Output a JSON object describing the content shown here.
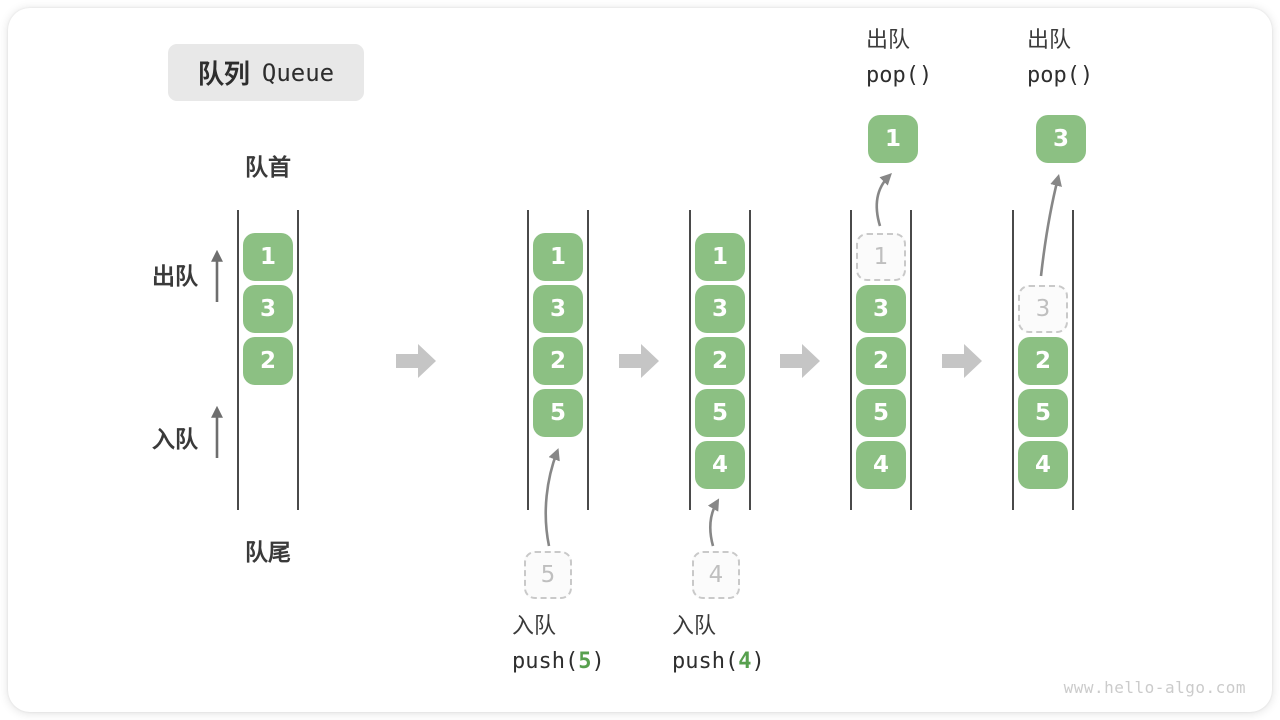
{
  "title": {
    "zh": "队列",
    "en": "Queue"
  },
  "side_labels": {
    "front": "队首",
    "rear": "队尾",
    "dequeue": "出队",
    "enqueue": "入队"
  },
  "watermark": "www.hello-algo.com",
  "colors": {
    "cell_green": "#8cc083",
    "cell_text": "#ffffff",
    "rail_gray": "#4a4a4a",
    "label_dark": "#3a3a3a",
    "dashed_border": "#c9c9c9",
    "dashed_text": "#bfbfbf",
    "block_arrow_gray": "#c5c5c5",
    "curve_arrow_gray": "#878787",
    "badge_bg": "#e8e8e8",
    "arg_green": "#57a04e",
    "watermark_gray": "#cbcbcb"
  },
  "queues": [
    {
      "id": "state-1",
      "cells": [
        {
          "value": "1"
        },
        {
          "value": "3"
        },
        {
          "value": "2"
        }
      ]
    },
    {
      "id": "state-2",
      "cells": [
        {
          "value": "1"
        },
        {
          "value": "3"
        },
        {
          "value": "2"
        },
        {
          "value": "5"
        }
      ],
      "pending": "5",
      "op": {
        "action": "入队",
        "call_pre": "push(",
        "arg": "5",
        "call_post": ")"
      }
    },
    {
      "id": "state-3",
      "cells": [
        {
          "value": "1"
        },
        {
          "value": "3"
        },
        {
          "value": "2"
        },
        {
          "value": "5"
        },
        {
          "value": "4"
        }
      ],
      "pending": "4",
      "op": {
        "action": "入队",
        "call_pre": "push(",
        "arg": "4",
        "call_post": ")"
      }
    },
    {
      "id": "state-4",
      "ghost": "1",
      "cells": [
        {
          "value": "3"
        },
        {
          "value": "2"
        },
        {
          "value": "5"
        },
        {
          "value": "4"
        }
      ],
      "popped": "1",
      "op": {
        "action": "出队",
        "call": "pop()"
      }
    },
    {
      "id": "state-5",
      "ghost": "3",
      "cells": [
        {
          "value": "2"
        },
        {
          "value": "5"
        },
        {
          "value": "4"
        }
      ],
      "popped": "3",
      "op": {
        "action": "出队",
        "call": "pop()"
      }
    }
  ]
}
